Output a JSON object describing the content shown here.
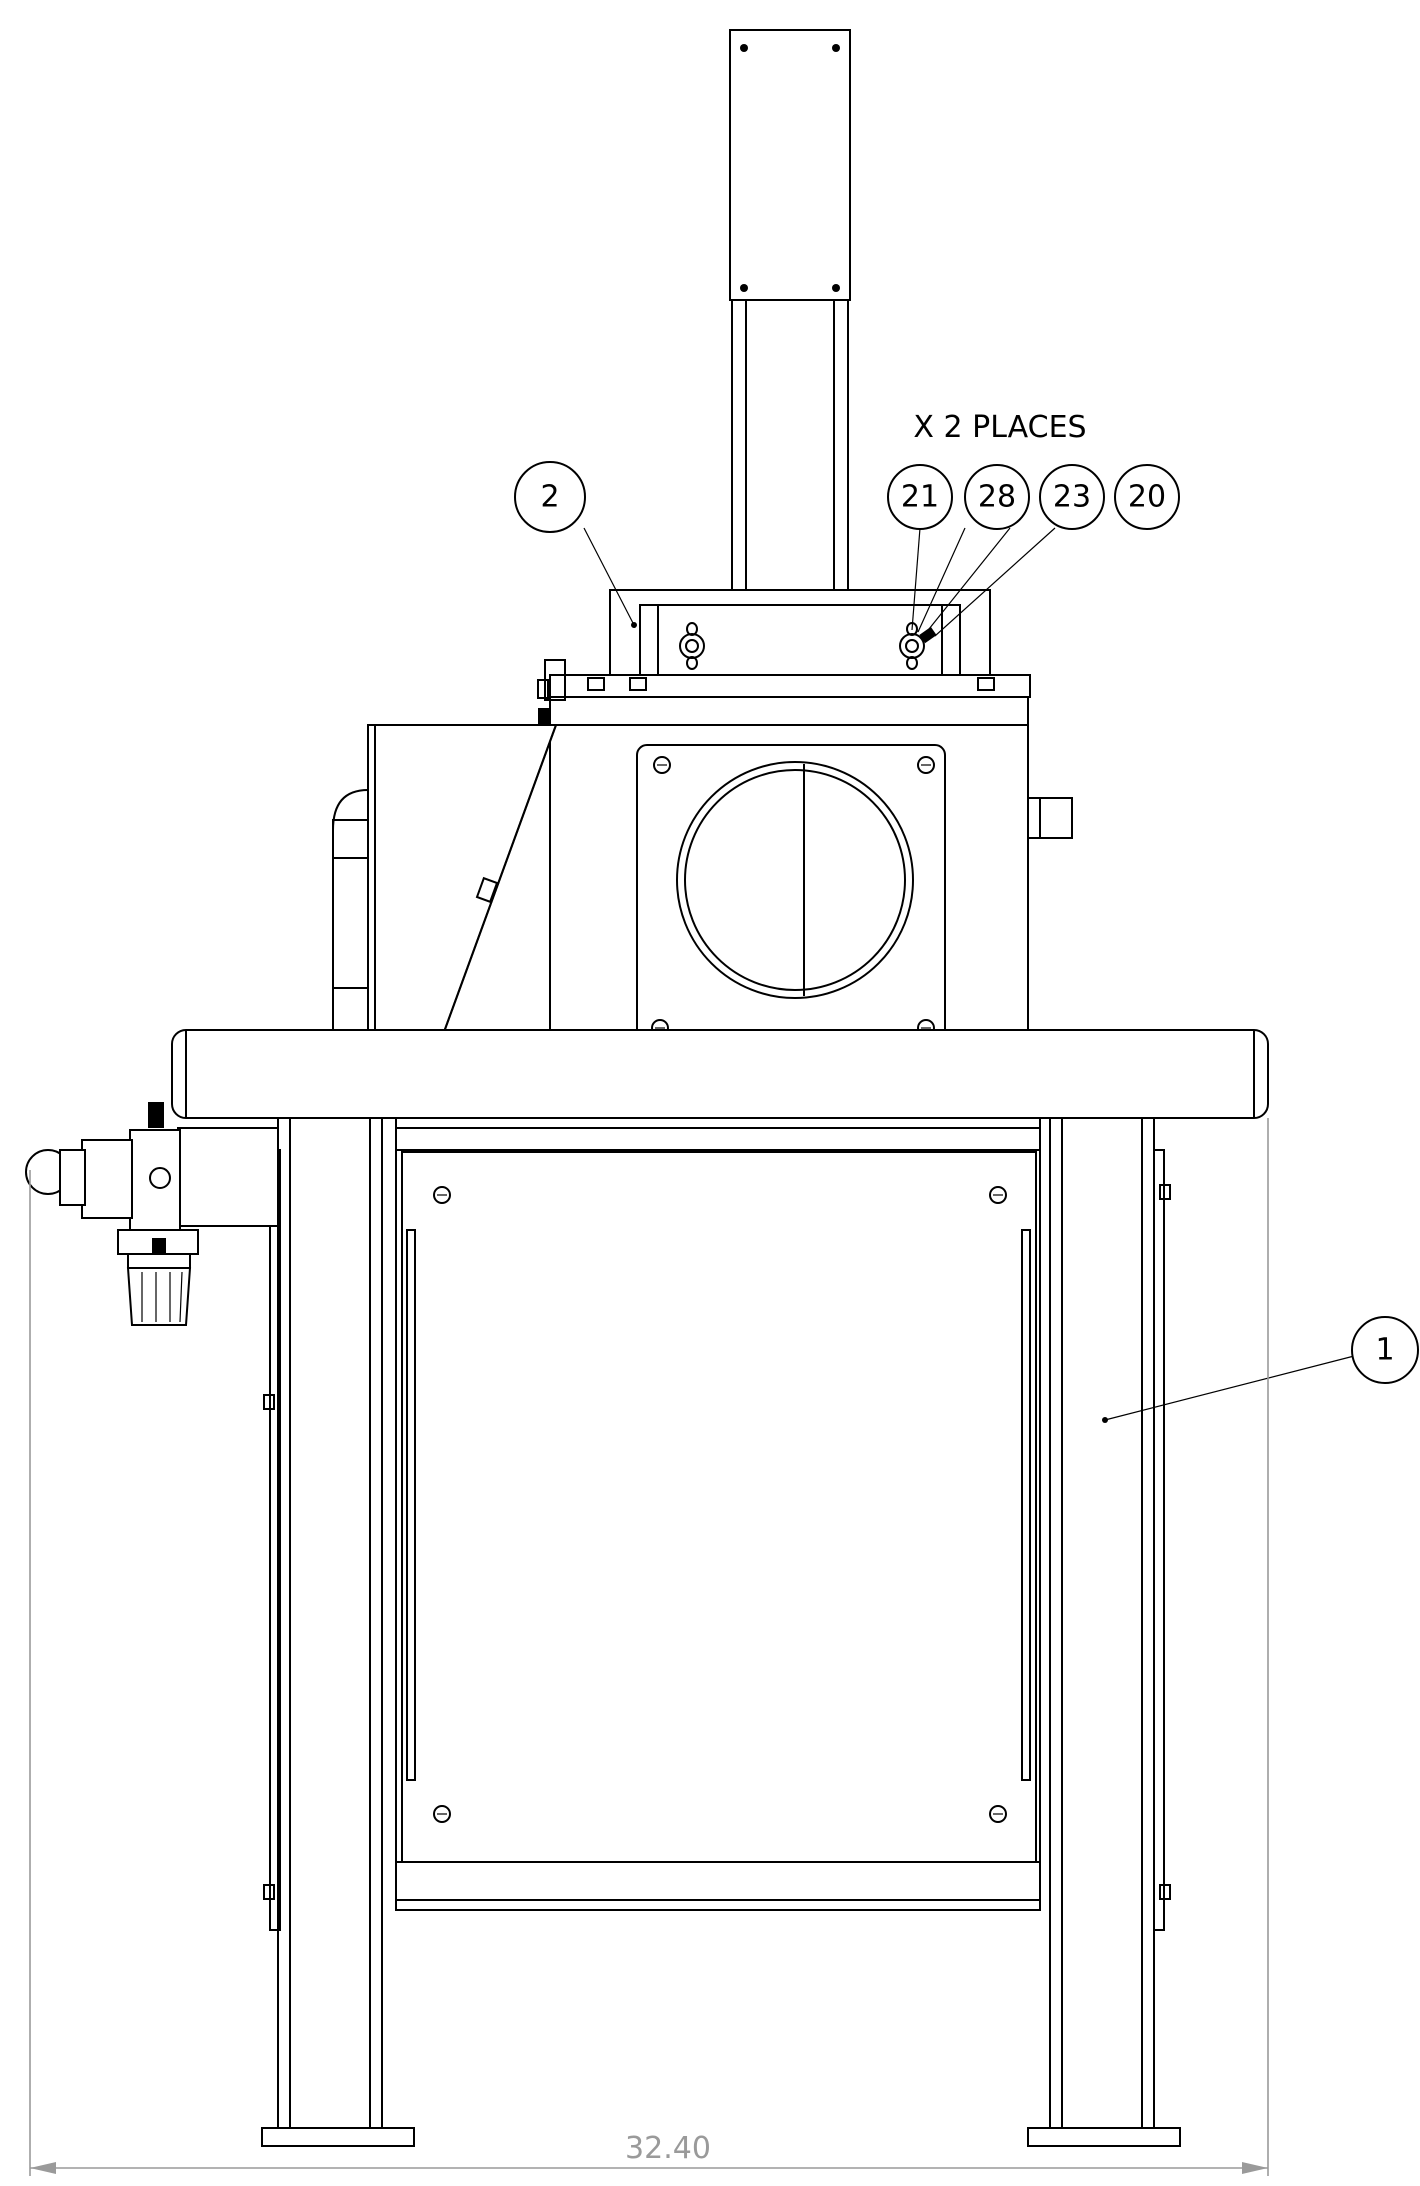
{
  "note": "X 2 PLACES",
  "balloons": {
    "b2": "2",
    "b21": "21",
    "b28": "28",
    "b23": "23",
    "b20": "20",
    "b1": "1"
  },
  "dimension": {
    "overall_width": "32.40"
  }
}
